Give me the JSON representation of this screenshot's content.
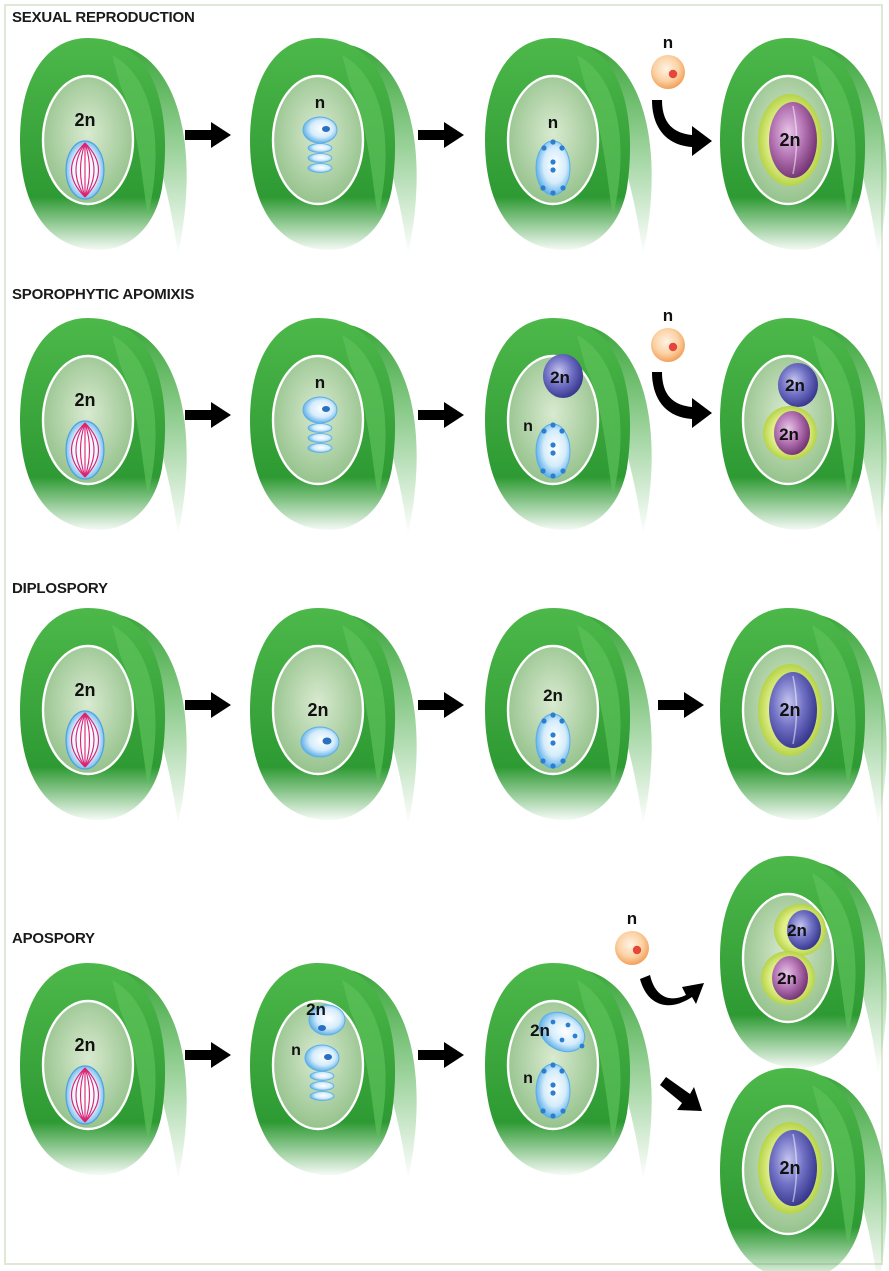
{
  "sections": [
    {
      "title": "SEXUAL REPRODUCTION"
    },
    {
      "title": "SPOROPHYTIC APOMIXIS"
    },
    {
      "title": "DIPLOSPORY"
    },
    {
      "title": "APOSPORY"
    }
  ],
  "labels": {
    "ploidy_2n": "2n",
    "ploidy_n": "n"
  },
  "colors": {
    "integument": "#3aa63a",
    "nucellus": "#b5d4a8",
    "megaspore": "#7ec4ee",
    "spindle": "#e0206f",
    "pollen": "#f7b777",
    "embryo_sexual": "#8e3f8e",
    "embryo_apomictic": "#4d4da8",
    "endosperm": "#cfe35f",
    "arrow": "#000000"
  }
}
